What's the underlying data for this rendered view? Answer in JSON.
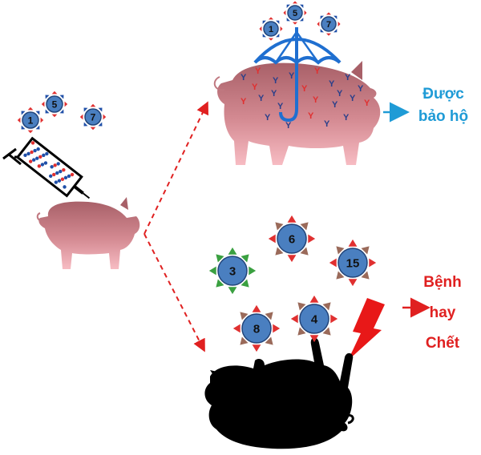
{
  "labels": {
    "protected": [
      "Được",
      "bảo hộ"
    ],
    "disease": [
      "Bệnh",
      "hay",
      "Chết"
    ]
  },
  "vaccine_strains": [
    "1",
    "5",
    "7"
  ],
  "challenge_strains": [
    "6",
    "3",
    "15",
    "8",
    "4"
  ],
  "colors": {
    "virus_body": "#4a7fc0",
    "spike_red": "#e03030",
    "spike_blue": "#1f4fa8",
    "spike_brown": "#9a6a5a",
    "spike_green": "#3aa040",
    "pig_top": "#b06a70",
    "pig_bottom": "#f4b0b8",
    "umbrella": "#1f6fd0",
    "arrow_blue": "#1f9bd6",
    "arrow_red": "#e02020",
    "dashed_arrow": "#e02020",
    "lightning": "#e81818",
    "dead_pig": "#000000"
  },
  "icons": [
    "syringe-icon",
    "umbrella-icon",
    "lightning-icon",
    "antibody-icon",
    "virus-icon",
    "pig-icon"
  ]
}
